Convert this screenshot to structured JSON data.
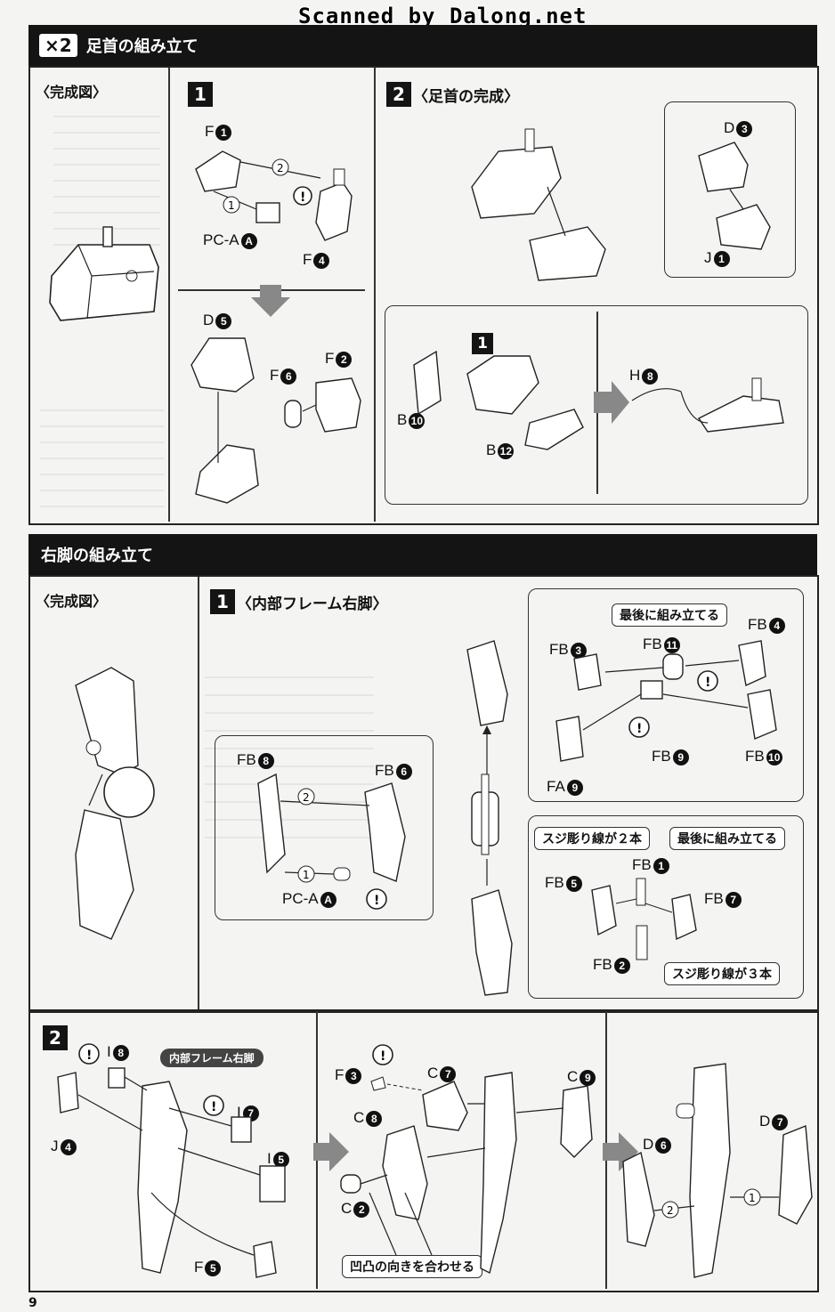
{
  "watermark": "Scanned by Dalong.net",
  "page_number": "9",
  "section1": {
    "multiplier": "×2",
    "title": "足首の組み立て",
    "complete_label": "〈完成図〉",
    "step1": {
      "number": "1"
    },
    "step2": {
      "number": "2",
      "title": "〈足首の完成〉",
      "inset_step": "1"
    },
    "parts": {
      "f1": "F",
      "f1n": "1",
      "pca": "PC-A",
      "pcan": "A",
      "f4": "F",
      "f4n": "4",
      "d5": "D",
      "d5n": "5",
      "f6": "F",
      "f6n": "6",
      "f2": "F",
      "f2n": "2",
      "d3": "D",
      "d3n": "3",
      "j1": "J",
      "j1n": "1",
      "b10": "B",
      "b10n": "10",
      "b12": "B",
      "b12n": "12",
      "h8": "H",
      "h8n": "8"
    }
  },
  "section2": {
    "title": "右脚の組み立て",
    "complete_label": "〈完成図〉",
    "step1": {
      "number": "1",
      "title": "〈内部フレーム右脚〉"
    },
    "step2": {
      "number": "2",
      "frame_tag": "内部フレーム右脚"
    },
    "callouts": {
      "assemble_last_1": "最後に組み立てる",
      "groove_two": "スジ彫り線が２本",
      "assemble_last_2": "最後に組み立てる",
      "groove_three": "スジ彫り線が３本",
      "align_notch": "凹凸の向きを合わせる"
    },
    "parts": {
      "fb8": "FB",
      "fb8n": "8",
      "fb6": "FB",
      "fb6n": "6",
      "pca": "PC-A",
      "pcan": "A",
      "fb3": "FB",
      "fb3n": "3",
      "fb11": "FB",
      "fb11n": "11",
      "fb4": "FB",
      "fb4n": "4",
      "fb9": "FB",
      "fb9n": "9",
      "fb10": "FB",
      "fb10n": "10",
      "fa9": "FA",
      "fa9n": "9",
      "fb1": "FB",
      "fb1n": "1",
      "fb5": "FB",
      "fb5n": "5",
      "fb7": "FB",
      "fb7n": "7",
      "fb2": "FB",
      "fb2n": "2",
      "i8": "I",
      "i8n": "8",
      "i7": "I",
      "i7n": "7",
      "i5": "I",
      "i5n": "5",
      "j4": "J",
      "j4n": "4",
      "f5": "F",
      "f5n": "5",
      "f3": "F",
      "f3n": "3",
      "c7": "C",
      "c7n": "7",
      "c8": "C",
      "c8n": "8",
      "c2": "C",
      "c2n": "2",
      "c9": "C",
      "c9n": "9",
      "d6": "D",
      "d6n": "6",
      "d7": "D",
      "d7n": "7"
    }
  }
}
